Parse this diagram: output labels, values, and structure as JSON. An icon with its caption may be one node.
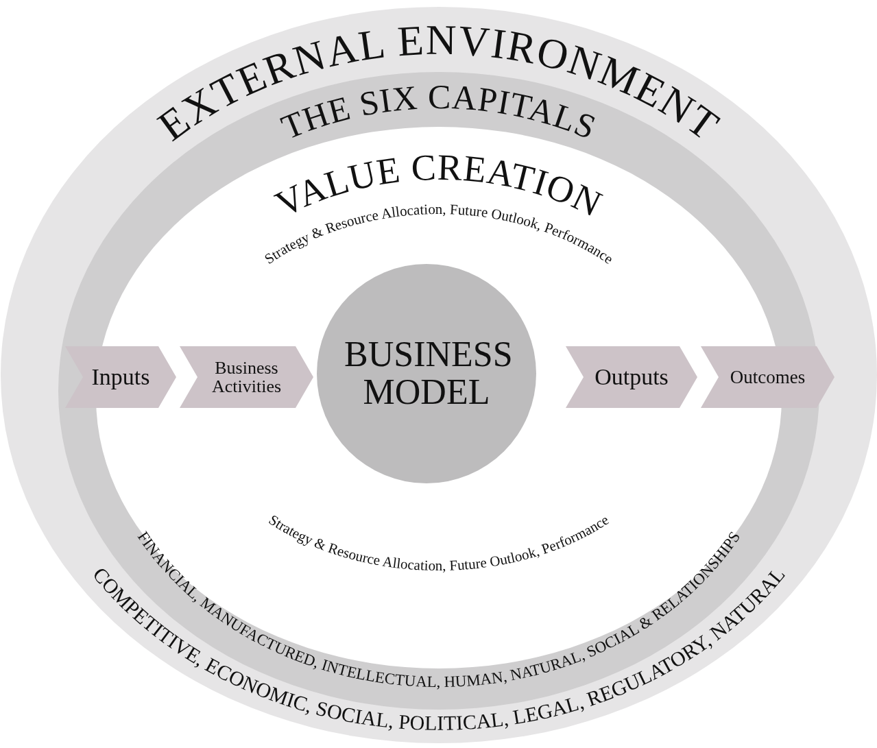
{
  "diagram": {
    "nodes": [
      {
        "text": [
          "Inputs"
        ]
      },
      {
        "text": [
          "Business Activities"
        ]
      },
      {
        "text": [
          "BUSINESS MODEL"
        ]
      },
      {
        "text": [
          "Outputs"
        ]
      },
      {
        "text": [
          "Outcomes"
        ]
      }
    ],
    "edges": [],
    "labels": [
      "EXTERNAL ENVIRONMENT",
      "THE SIX CAPITALS",
      "VALUE CREATION",
      "Strategy & Resource Allocation, Future Outlook, Performance",
      "Strategy & Resource Allocation, Future Outlook, Performance",
      "FINANCIAL, MANUFACTURED, INTELLECTUAL, HUMAN, NATURAL, SOCIAL & RELATIONSHIPS",
      "COMPETITIVE, ECONOMIC, SOCIAL, POLITICAL, LEGAL, REGULATORY, NATURAL"
    ]
  }
}
